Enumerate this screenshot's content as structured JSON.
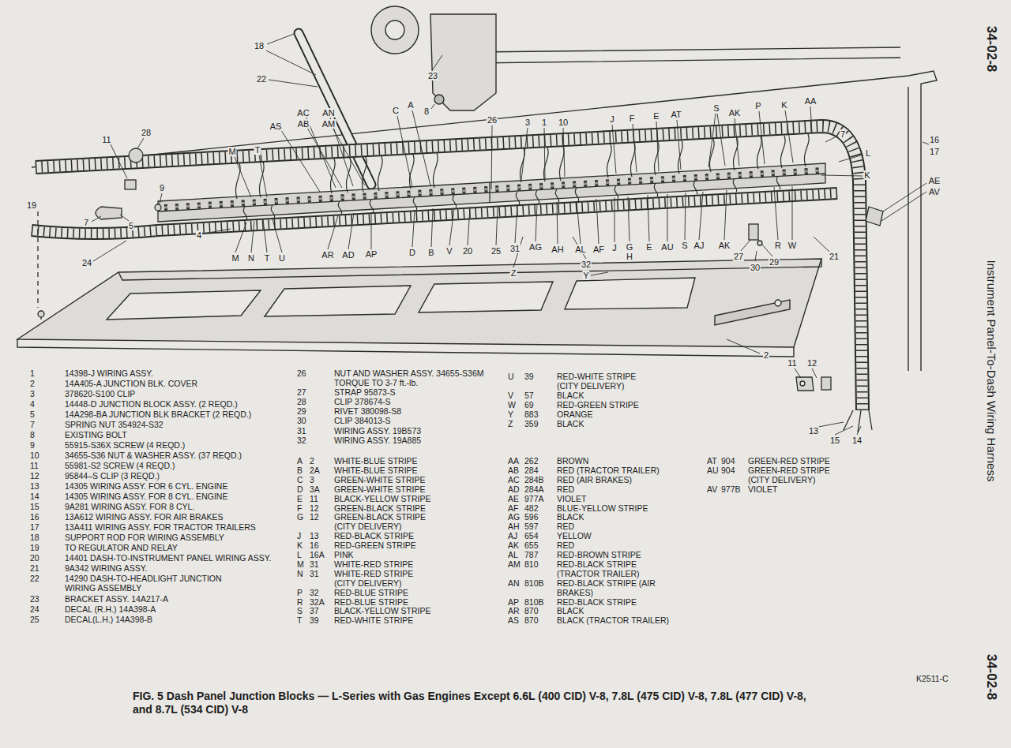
{
  "diagram": {
    "caption": "FIG. 5 Dash Panel Junction Blocks — L-Series with Gas Engines Except 6.6L (400 CID) V-8, 7.8L (475 CID) V-8, 7.8L (477 CID) V-8, and 8.7L (534 CID) V-8",
    "labels": [
      "34-02-8",
      "Instrument Panel-To-Dash Wiring Harness",
      "34-02-8",
      "18",
      "22",
      "23",
      "8",
      "AC",
      "AN",
      "AB",
      "AM",
      "AS",
      "C",
      "A",
      "26",
      "3",
      "1",
      "10",
      "J",
      "F",
      "E",
      "AT",
      "S",
      "AK",
      "P",
      "K",
      "AA",
      "7",
      "16",
      "17",
      "L",
      "K",
      "AE",
      "AV",
      "28",
      "11",
      "M",
      "T",
      "9",
      "19",
      "7",
      "5",
      "4",
      "24",
      "M",
      "N",
      "T",
      "U",
      "AR",
      "AD",
      "AP",
      "D",
      "B",
      "V",
      "20",
      "25",
      "31",
      "AG",
      "AH",
      "AL",
      "AF",
      "J",
      "G",
      "H",
      "E",
      "AU",
      "S",
      "AJ",
      "AK",
      "R",
      "W",
      "27",
      "29",
      "30",
      "21",
      "32",
      "Z",
      "Y",
      "2",
      "11",
      "12",
      "13",
      "15",
      "14",
      "1",
      "14398-J WIRING ASSY.",
      "2",
      "14A405-A JUNCTION BLK. COVER",
      "3",
      "378620-S100 CLIP",
      "4",
      "14448-D JUNCTION BLOCK ASSY. (2 REQD.)",
      "5",
      "14A298-BA JUNCTION BLK BRACKET (2 REQD.)",
      "7",
      "SPRING NUT 354924-S32",
      "8",
      "EXISTING BOLT",
      "9",
      "55915-S36X SCREW (4 REQD.)",
      "10",
      "34655-S36 NUT & WASHER ASSY. (37 REQD.)",
      "11",
      "55981-S2 SCREW (4 REQD.)",
      "12",
      "95844–S CLIP (3 REQD.)",
      "13",
      "14305 WIRING ASSY. FOR 6 CYL. ENGINE",
      "14",
      "14305 WIRING ASSY. FOR 8 CYL. ENGINE",
      "15",
      "9A281 WIRING ASSY. FOR 8 CYL.",
      "16",
      "13A612 WIRING ASSY. FOR AIR BRAKES",
      "17",
      "13A411 WIRING ASSY. FOR TRACTOR TRAILERS",
      "18",
      "SUPPORT ROD FOR WIRING ASSEMBLY",
      "19",
      "TO REGULATOR AND RELAY",
      "20",
      "14401 DASH-TO-INSTRUMENT PANEL WIRING ASSY.",
      "21",
      "9A342 WIRING ASSY.",
      "22",
      "14290 DASH-TO-HEADLIGHT JUNCTION WIRING ASSEMBLY",
      "23",
      "BRACKET ASSY. 14A217-A",
      "24",
      "DECAL (R.H.) 14A398-A",
      "25",
      "DECAL(L.H.) 14A398-B",
      "26",
      "NUT AND WASHER ASSY. 34655-S36M TORQUE TO 3-7 ft.-lb.",
      "27",
      "STRAP 95873-S",
      "28",
      "CLIP 378674-S",
      "29",
      "RIVET 380098-S8",
      "30",
      "CLIP 384013-S",
      "31",
      "WIRING ASSY. 19B573",
      "32",
      "WIRING ASSY. 19A885",
      "A",
      "2",
      "WHITE-BLUE STRIPE",
      "B",
      "2A",
      "WHITE-BLUE STRIPE",
      "C",
      "3",
      "GREEN-WHITE STRIPE",
      "D",
      "3A",
      "GREEN-WHITE STRIPE",
      "E",
      "11",
      "BLACK-YELLOW STRIPE",
      "F",
      "12",
      "GREEN-BLACK STRIPE",
      "G",
      "12",
      "GREEN-BLACK STRIPE (CITY DELIVERY)",
      "J",
      "13",
      "RED-BLACK STRIPE",
      "K",
      "16",
      "RED-GREEN STRIPE",
      "L",
      "16A",
      "PINK",
      "M",
      "31",
      "WHITE-RED STRIPE",
      "N",
      "31",
      "WHITE-RED STRIPE (CITY DELIVERY)",
      "P",
      "32",
      "RED-BLUE STRIPE",
      "R",
      "32A",
      "RED-BLUE STRIPE",
      "S",
      "37",
      "BLACK-YELLOW STRIPE",
      "T",
      "39",
      "RED-WHITE STRIPE",
      "U",
      "39",
      "RED-WHITE STRIPE (CITY DELIVERY)",
      "V",
      "57",
      "BLACK",
      "W",
      "69",
      "RED-GREEN STRIPE",
      "Y",
      "883",
      "ORANGE",
      "Z",
      "359",
      "BLACK",
      "AA",
      "262",
      "BROWN",
      "AB",
      "284",
      "RED (TRACTOR TRAILER)",
      "AC",
      "284B",
      "RED (AIR BRAKES)",
      "AD",
      "284A",
      "RED",
      "AE",
      "977A",
      "VIOLET",
      "AF",
      "482",
      "BLUE-YELLOW STRIPE",
      "AG",
      "596",
      "BLACK",
      "AH",
      "597",
      "RED",
      "AJ",
      "654",
      "YELLOW",
      "AK",
      "655",
      "RED",
      "AL",
      "787",
      "RED-BROWN STRIPE",
      "AM",
      "810",
      "RED-BLACK STRIPE (TRACTOR TRAILER)",
      "AN",
      "810B",
      "RED-BLACK STRIPE (AIR BRAKES)",
      "AP",
      "810B",
      "RED-BLACK STRIPE",
      "AR",
      "870",
      "BLACK",
      "AS",
      "870",
      "BLACK (TRACTOR TRAILER)",
      "AT",
      "904",
      "GREEN-RED STRIPE",
      "AU",
      "904",
      "GREEN-RED STRIPE (CITY DELIVERY)",
      "AV",
      "977B",
      "VIOLET",
      "K2511-C"
    ]
  }
}
